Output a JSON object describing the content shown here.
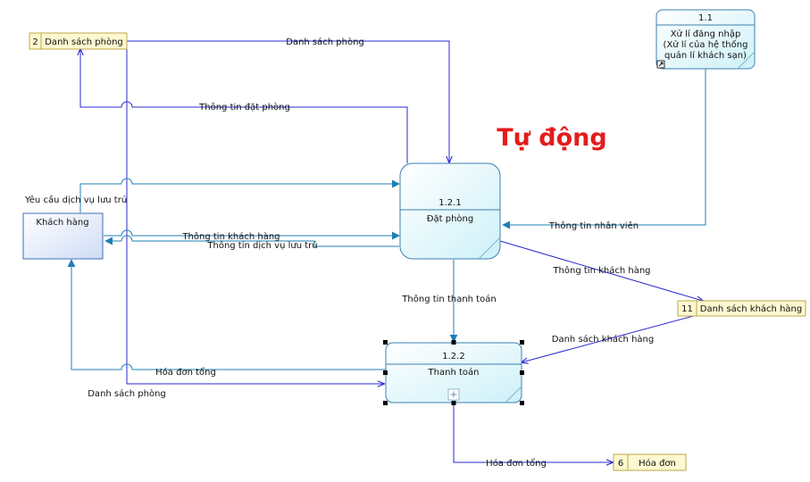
{
  "annotation": {
    "text": "Tự động",
    "color": "#e41b1b"
  },
  "colors": {
    "flow_blue": "#2a2ad0",
    "flow_teal": "#1f7fb6",
    "process_fill": "#e6fafd",
    "process_stroke": "#3c7fb1",
    "store_fill": "#fdf8cf",
    "store_stroke": "#bba94a",
    "entity_fill": "#e6eefc"
  },
  "processes": [
    {
      "id": "1.1",
      "lines": [
        "Xử lí đăng nhập",
        "(Xử lí của hệ thống",
        "quản lí khách sạn)"
      ]
    },
    {
      "id": "1.2.1",
      "name": "Đặt phòng"
    },
    {
      "id": "1.2.2",
      "name": "Thanh toán"
    }
  ],
  "stores": [
    {
      "num": "2",
      "name": "Danh sách phòng"
    },
    {
      "num": "11",
      "name": "Danh sách khách hàng"
    },
    {
      "num": "6",
      "name": "Hóa đơn"
    }
  ],
  "entity": {
    "name": "Khách hàng"
  },
  "flows": {
    "f_dsphong_top": "Danh sách phòng",
    "f_ttdatphong": "Thông tin đặt phòng",
    "f_yeucau": "Yêu cầu dịch vụ lưu trú",
    "f_ttkh_in": "Thông tin khách hàng",
    "f_ttdv_out": "Thông tin dịch vụ lưu trú",
    "f_ttnv": "Thông tin nhân viên",
    "f_ttkh_store": "Thông tin khách hàng",
    "f_ttthanhtoan": "Thông tin thanh toán",
    "f_dskh": "Danh sách khách hàng",
    "f_hoadon_kh": "Hóa đơn tổng",
    "f_dsphong_bottom": "Danh sách phòng",
    "f_hoadon_store": "Hóa đơn tổng"
  }
}
